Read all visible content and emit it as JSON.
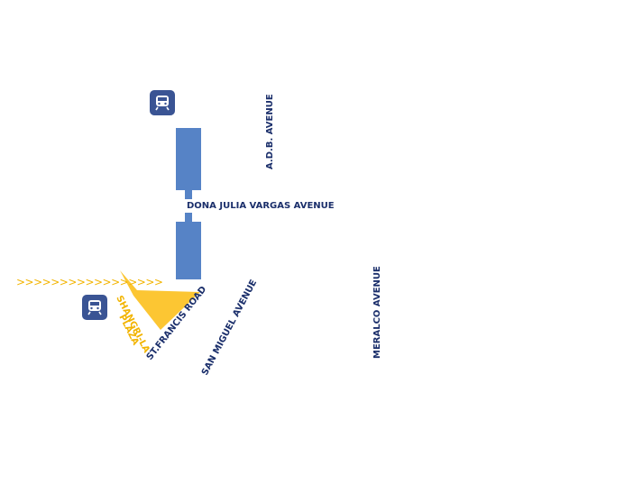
{
  "colors": {
    "road_text": "#1b2f6b",
    "block": "#5683c6",
    "plaza": "#fcc633",
    "plaza_text": "#f2b400",
    "transit_icon_bg": "#3a5494"
  },
  "icons": {
    "transit_top": "train-icon",
    "transit_left": "train-icon",
    "approach_arrows": "chevron-right-icon"
  },
  "roads": {
    "adb": "A.D.B. AVENUE",
    "julia_vargas": "DONA  JULIA VARGAS AVENUE",
    "st_francis": "ST.FRANCIS ROAD",
    "san_miguel": "SAN MIGUEL AVENUE",
    "meralco": "MERALCO AVENUE"
  },
  "places": {
    "shangrila_line1": "SHANGRI-LA",
    "shangrila_line2": "PLAZA"
  },
  "arrows": {
    "chevrons": ">>>>>>>>>>>>>>>>>"
  }
}
